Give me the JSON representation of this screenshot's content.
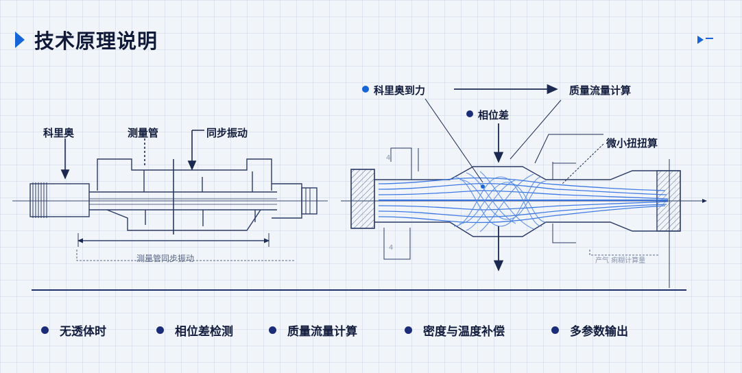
{
  "title": "技术原理说明",
  "left_diagram": {
    "labels": {
      "coriolis": "科里奥",
      "measuring_tube": "测量管",
      "sync_vibration": "同步振动"
    },
    "dimension_label": "测量管同步振动"
  },
  "right_diagram": {
    "labels": {
      "coriolis_force": "科里奥到力",
      "mass_flow_calc": "质量流量计算",
      "phase_diff": "相位差",
      "micro_torsion": "微小扭扭算"
    },
    "side_marks": [
      "4",
      "4"
    ],
    "faint_annotation": "产气 痢糊计算量"
  },
  "bullets": [
    {
      "text": "无透体时"
    },
    {
      "text": "相位差检测"
    },
    {
      "text": "质量流量计算"
    },
    {
      "text": "密度与温度补偿"
    },
    {
      "text": "多参数输出"
    }
  ],
  "colors": {
    "accent": "#1565d8",
    "ink": "#1b2850",
    "line": "#1f2f6b",
    "flow": "#2a6ce0"
  },
  "icons": {
    "title_marker": "play-triangle-icon",
    "corner_marker": "play-triangle-dash-icon"
  }
}
